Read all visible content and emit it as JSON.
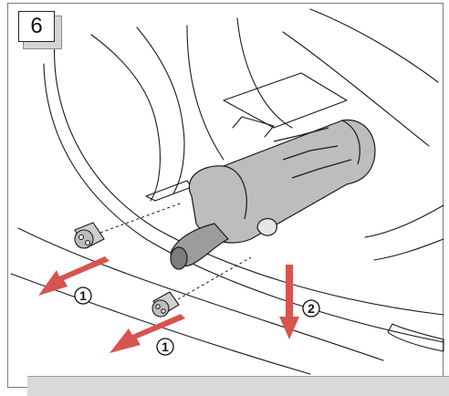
{
  "step_number": "6",
  "callouts": [
    {
      "label": "1"
    },
    {
      "label": "1"
    },
    {
      "label": "2"
    }
  ],
  "colors": {
    "arrow": "#d9534f",
    "line": "#1a1a1a",
    "muffler_fill": "#bdbdbd",
    "panel": "#d9d9d9"
  },
  "icons": [
    "rubber-mount-icon",
    "removal-arrow-icon",
    "muffler-icon"
  ]
}
